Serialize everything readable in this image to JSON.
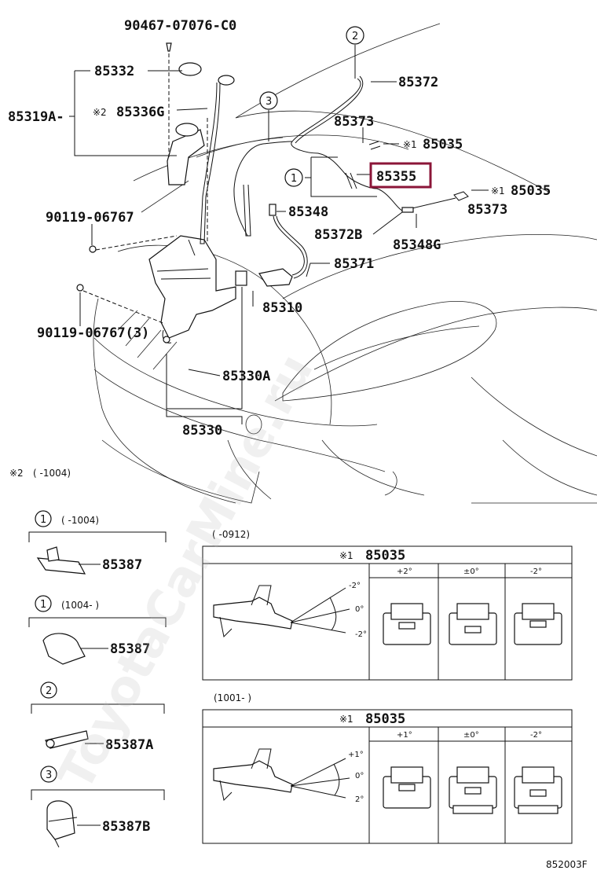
{
  "labels": {
    "p90467": "90467-07076-C0",
    "p85332": "85332",
    "p85319A": "85319A-",
    "mark2_85336G": "※2",
    "p85336G": "85336G",
    "p90119a": "90119-06767",
    "p90119b": "90119-06767(3)",
    "p85372": "85372",
    "p85373a": "85373",
    "p85035a": "85035",
    "mark1a": "※1",
    "p85355": "85355",
    "p85035b": "85035",
    "mark1b": "※1",
    "p85373b": "85373",
    "p85348": "85348",
    "p85372B": "85372B",
    "p85348G": "85348G",
    "p85371": "85371",
    "p85310": "85310",
    "p85330A": "85330A",
    "p85330": "85330",
    "c1": "1",
    "c2": "2",
    "c3": "3"
  },
  "footnote": {
    "mark": "※2",
    "range": "(      -1004)"
  },
  "clips": [
    {
      "circle": "1",
      "range": "(      -1004)",
      "part": "85387"
    },
    {
      "circle": "1",
      "range": "(1004-      )",
      "part": "85387"
    },
    {
      "circle": "2",
      "range": "",
      "part": "85387A"
    },
    {
      "circle": "3",
      "range": "",
      "part": "85387B"
    }
  ],
  "table1": {
    "range": "(      -0912)",
    "mark": "※1",
    "part": "85035",
    "columns": [
      "+2°",
      "±0°",
      "-2°"
    ],
    "angles": [
      "-2°",
      "0°",
      "-2°"
    ]
  },
  "table2": {
    "range": "(1001-      )",
    "mark": "※1",
    "part": "85035",
    "columns": [
      "+1°",
      "±0°",
      "-2°"
    ],
    "angles": [
      "+1°",
      "0°",
      "2°"
    ]
  },
  "figure_code": "852003F",
  "watermark": "ToyotaCarMine.ru",
  "colors": {
    "highlight": "#8b1538"
  }
}
